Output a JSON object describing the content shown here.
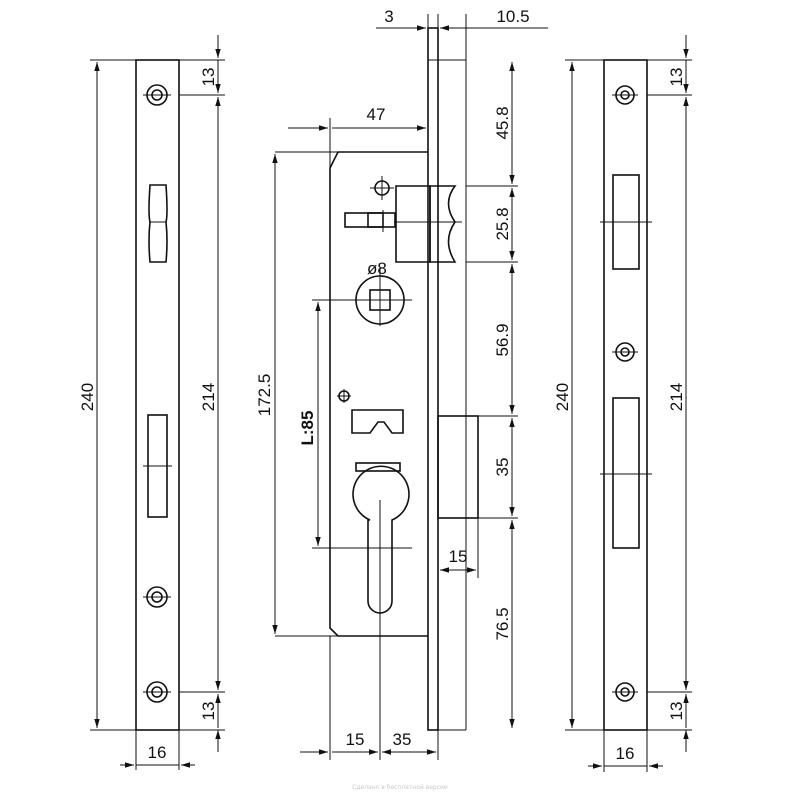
{
  "left_strike_plate": {
    "overall_length": "240",
    "hole_spacing": "214",
    "end_offset_top": "13",
    "end_offset_bottom": "13",
    "width": "16"
  },
  "lock_body": {
    "faceplate_thickness": "3",
    "faceplate_width": "10.5",
    "backset": "47",
    "latch_offset": "45.8",
    "latch_height": "25.8",
    "spindle_label": "ø8",
    "spindle_to_bolt": "56.9",
    "body_height": "172.5",
    "center_distance": "L:85",
    "bolt_height": "35",
    "bolt_throw": "15",
    "cylinder_offset": "76.5",
    "cylinder_backset_a": "15",
    "cylinder_backset_b": "35"
  },
  "right_strike_plate": {
    "overall_length": "240",
    "hole_spacing": "214",
    "end_offset_top": "13",
    "end_offset_bottom": "13",
    "width": "16"
  },
  "footer": {
    "watermark": "Сделано в бесплатной версии"
  }
}
